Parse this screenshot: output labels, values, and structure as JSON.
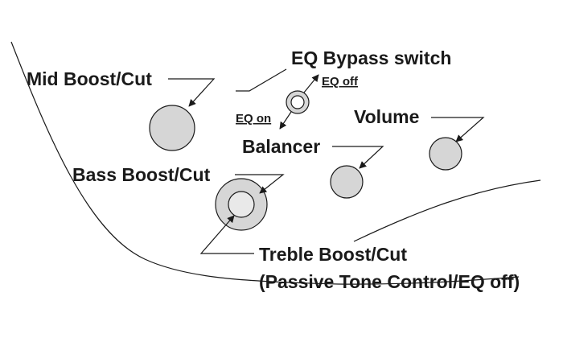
{
  "labels": {
    "mid": "Mid Boost/Cut",
    "eq_bypass": "EQ Bypass switch",
    "eq_off_small": "EQ off",
    "eq_on": "EQ on",
    "volume": "Volume",
    "balancer": "Balancer",
    "bass": "Bass Boost/Cut",
    "treble": "Treble Boost/Cut",
    "treble_note": "(Passive Tone Control/EQ off)"
  },
  "colors": {
    "line": "#1a1a1a",
    "knob_fill": "#d6d6d6",
    "background": "#ffffff"
  }
}
